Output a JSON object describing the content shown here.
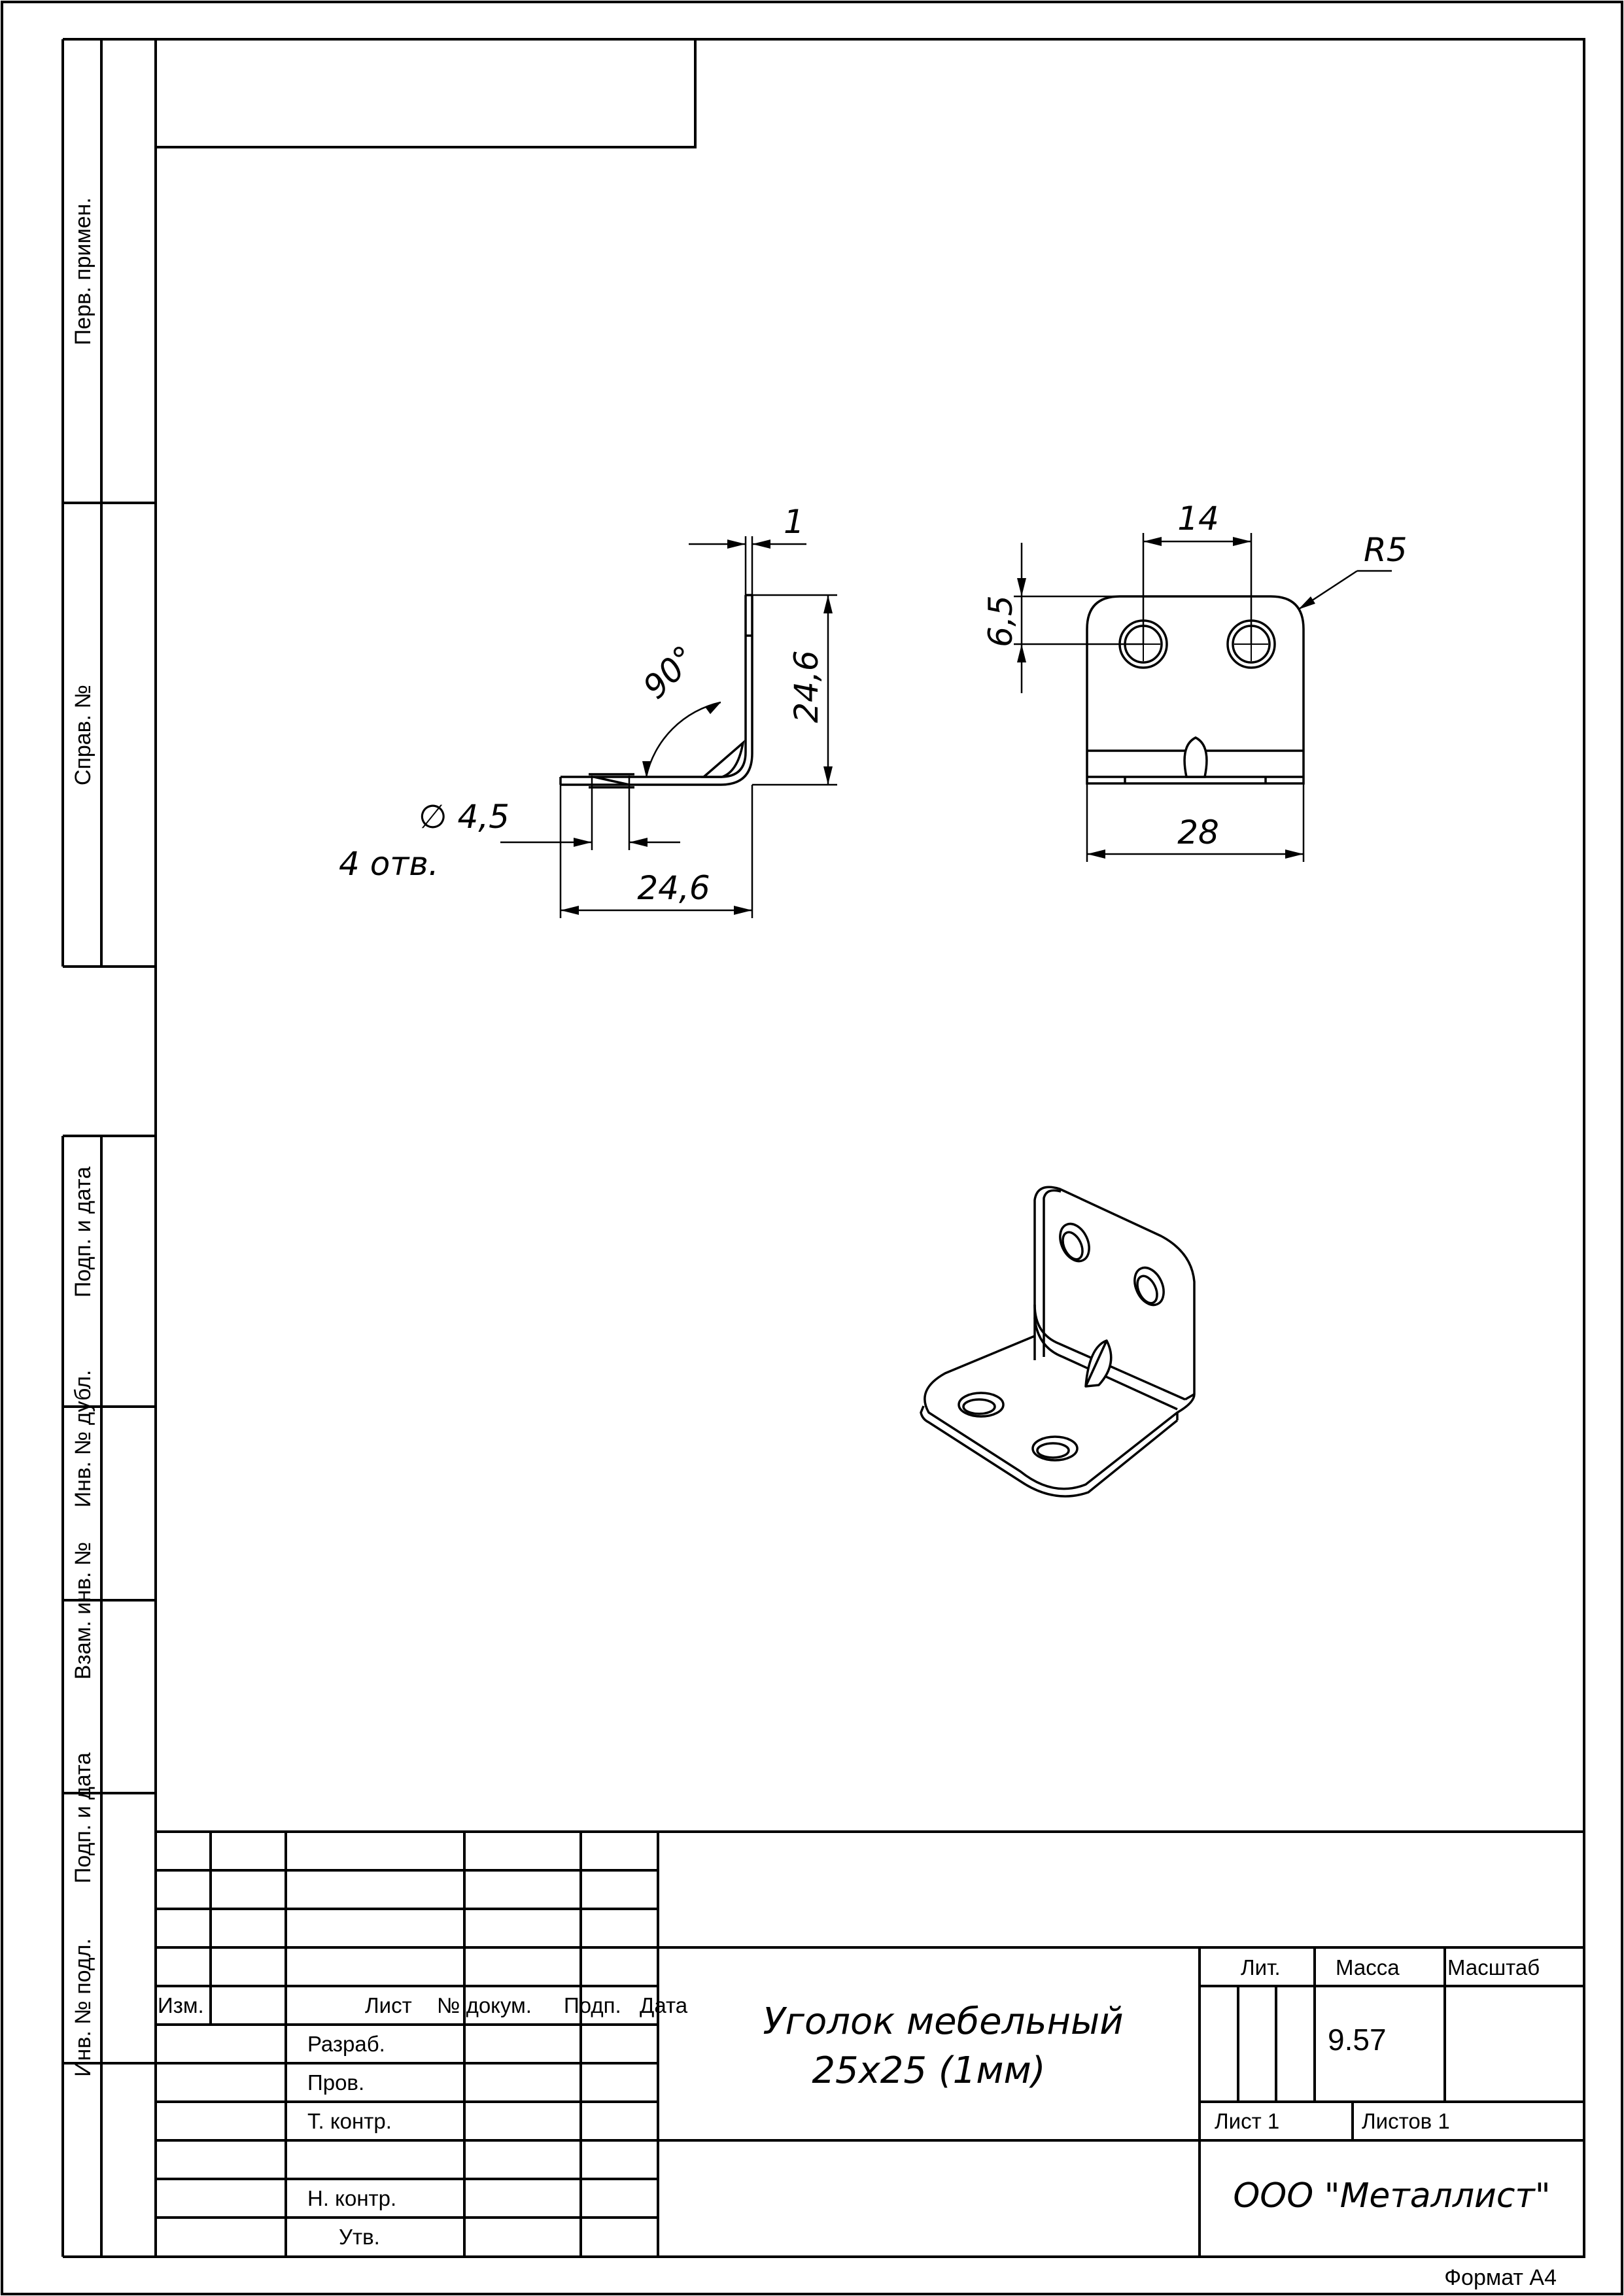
{
  "side_stamp": {
    "perv_primen": "Перв. примен.",
    "sprav_no": "Справ. №",
    "podp_data_1": "Подп. и дата",
    "inv_no_dubl": "Инв. № дубл.",
    "vzam_inv_no": "Взам. инв. №",
    "podp_data_2": "Подп. и дата",
    "inv_no_podl": "Инв. № подл."
  },
  "title_block": {
    "col_izm": "Изм.",
    "col_list": "Лист",
    "col_no_dokum": "№ докум.",
    "col_podp": "Подп.",
    "col_data": "Дата",
    "row_razrab": "Разраб.",
    "row_prov": "Пров.",
    "row_t_kontr": "Т. контр.",
    "row_n_kontr": "Н. контр.",
    "row_utv": "Утв.",
    "product_name_line1": "Уголок мебельный",
    "product_name_line2": "25x25 (1мм)",
    "lit_label": "Лит.",
    "massa_label": "Масса",
    "masshtab_label": "Масштаб",
    "massa_value": "9.57",
    "sheet_label": "Лист 1",
    "sheets_label": "Листов 1",
    "company": "ООО \"Металлист\""
  },
  "format_label": "Формат А4",
  "dimensions": {
    "thickness": "1",
    "height_side": "24,6",
    "angle": "90°",
    "hole_diameter": "∅ 4,5",
    "hole_count": "4 отв.",
    "length_side": "24,6",
    "hole_spacing": "14",
    "radius": "R5",
    "hole_offset": "6,5",
    "width": "28"
  }
}
